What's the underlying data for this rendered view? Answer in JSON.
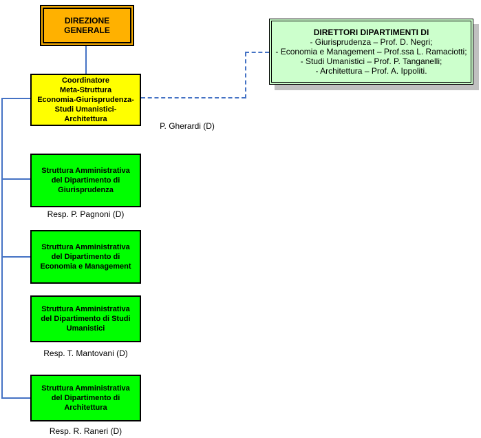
{
  "colors": {
    "connector_blue": "#4472C4",
    "direzione_fill": "#FFB100",
    "coordinatore_fill": "#FFFF00",
    "struttura_fill": "#00FF00",
    "direttori_fill": "#CCFFCC",
    "direttori_shadow": "#C0C0C0",
    "border_black": "#000000"
  },
  "direzione": {
    "label": "DIREZIONE\nGENERALE"
  },
  "coordinatore": {
    "label": "Coordinatore\nMeta-Struttura\nEconomia-Giurisprudenza-\nStudi Umanistici-\nArchitettura",
    "manager": "P. Gherardi (D)"
  },
  "direttori": {
    "title": "DIRETTORI DIPARTIMENTI DI",
    "items": [
      "- Giurisprudenza – Prof. D. Negri;",
      "- Economia e Management – Prof.ssa L. Ramaciotti;",
      "- Studi Umanistici – Prof. P. Tanganelli;",
      "- Architettura – Prof. A. Ippoliti."
    ]
  },
  "departments": [
    {
      "label": "Struttura Amministrativa\ndel Dipartimento di\nGiurisprudenza",
      "resp": "Resp. P. Pagnoni (D)"
    },
    {
      "label": "Struttura Amministrativa\ndel Dipartimento di\nEconomia e Management",
      "resp": ""
    },
    {
      "label": "Struttura Amministrativa\ndel Dipartimento di Studi\nUmanistici",
      "resp": "Resp. T. Mantovani (D)"
    },
    {
      "label": "Struttura Amministrativa\ndel Dipartimento di\nArchitettura",
      "resp": "Resp. R. Raneri (D)"
    }
  ]
}
